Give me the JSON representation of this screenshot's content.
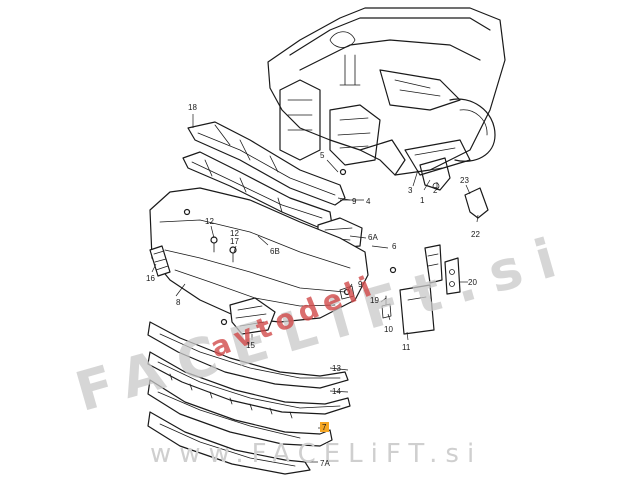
{
  "callouts": {
    "c18": "18",
    "c5": "5",
    "c3": "3",
    "c1": "1",
    "c2": "2",
    "c23": "23",
    "c9": "9",
    "c22": "22",
    "c4": "4",
    "c12a": "12",
    "c12b": "12",
    "c17": "17",
    "c6b": "6B",
    "c6a": "6A",
    "c6": "6",
    "c16": "16",
    "c8": "8",
    "c19": "19",
    "c9b": "9",
    "c20": "20",
    "c15": "15",
    "c10": "10",
    "c11": "11",
    "c13": "13",
    "c14": "14",
    "c7": "7",
    "c7a": "7A"
  },
  "watermark": {
    "main": "FACELiFt.si",
    "red": "avtodeli",
    "bottom": "www.FACELiFT.si"
  },
  "colors": {
    "line": "#1a1a1a",
    "watermark_gray": "#c9c9c9",
    "watermark_red": "#d24a4a",
    "highlight": "#f5a623"
  }
}
